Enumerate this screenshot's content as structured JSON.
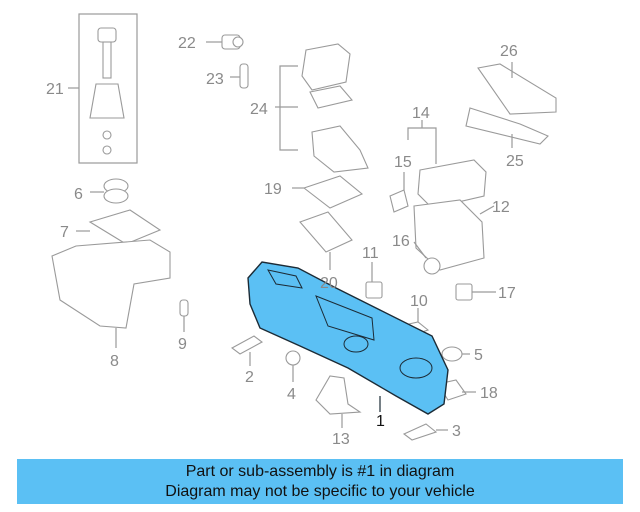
{
  "callouts": {
    "c1": "1",
    "c2": "2",
    "c3": "3",
    "c4": "4",
    "c5": "5",
    "c6": "6",
    "c7": "7",
    "c8": "8",
    "c9": "9",
    "c10": "10",
    "c11": "11",
    "c12": "12",
    "c13": "13",
    "c14": "14",
    "c15": "15",
    "c16": "16",
    "c17": "17",
    "c18": "18",
    "c19": "19",
    "c20": "20",
    "c21": "21",
    "c22": "22",
    "c23": "23",
    "c24": "24",
    "c25": "25",
    "c26": "26"
  },
  "colors": {
    "highlight_part": "#5bc0f4",
    "banner_background": "#5bc0f4",
    "line_art": "#9a9a9a"
  },
  "banner": {
    "line1": "Part or sub-assembly is #1 in diagram",
    "line2": "Diagram may not be specific to your vehicle"
  }
}
